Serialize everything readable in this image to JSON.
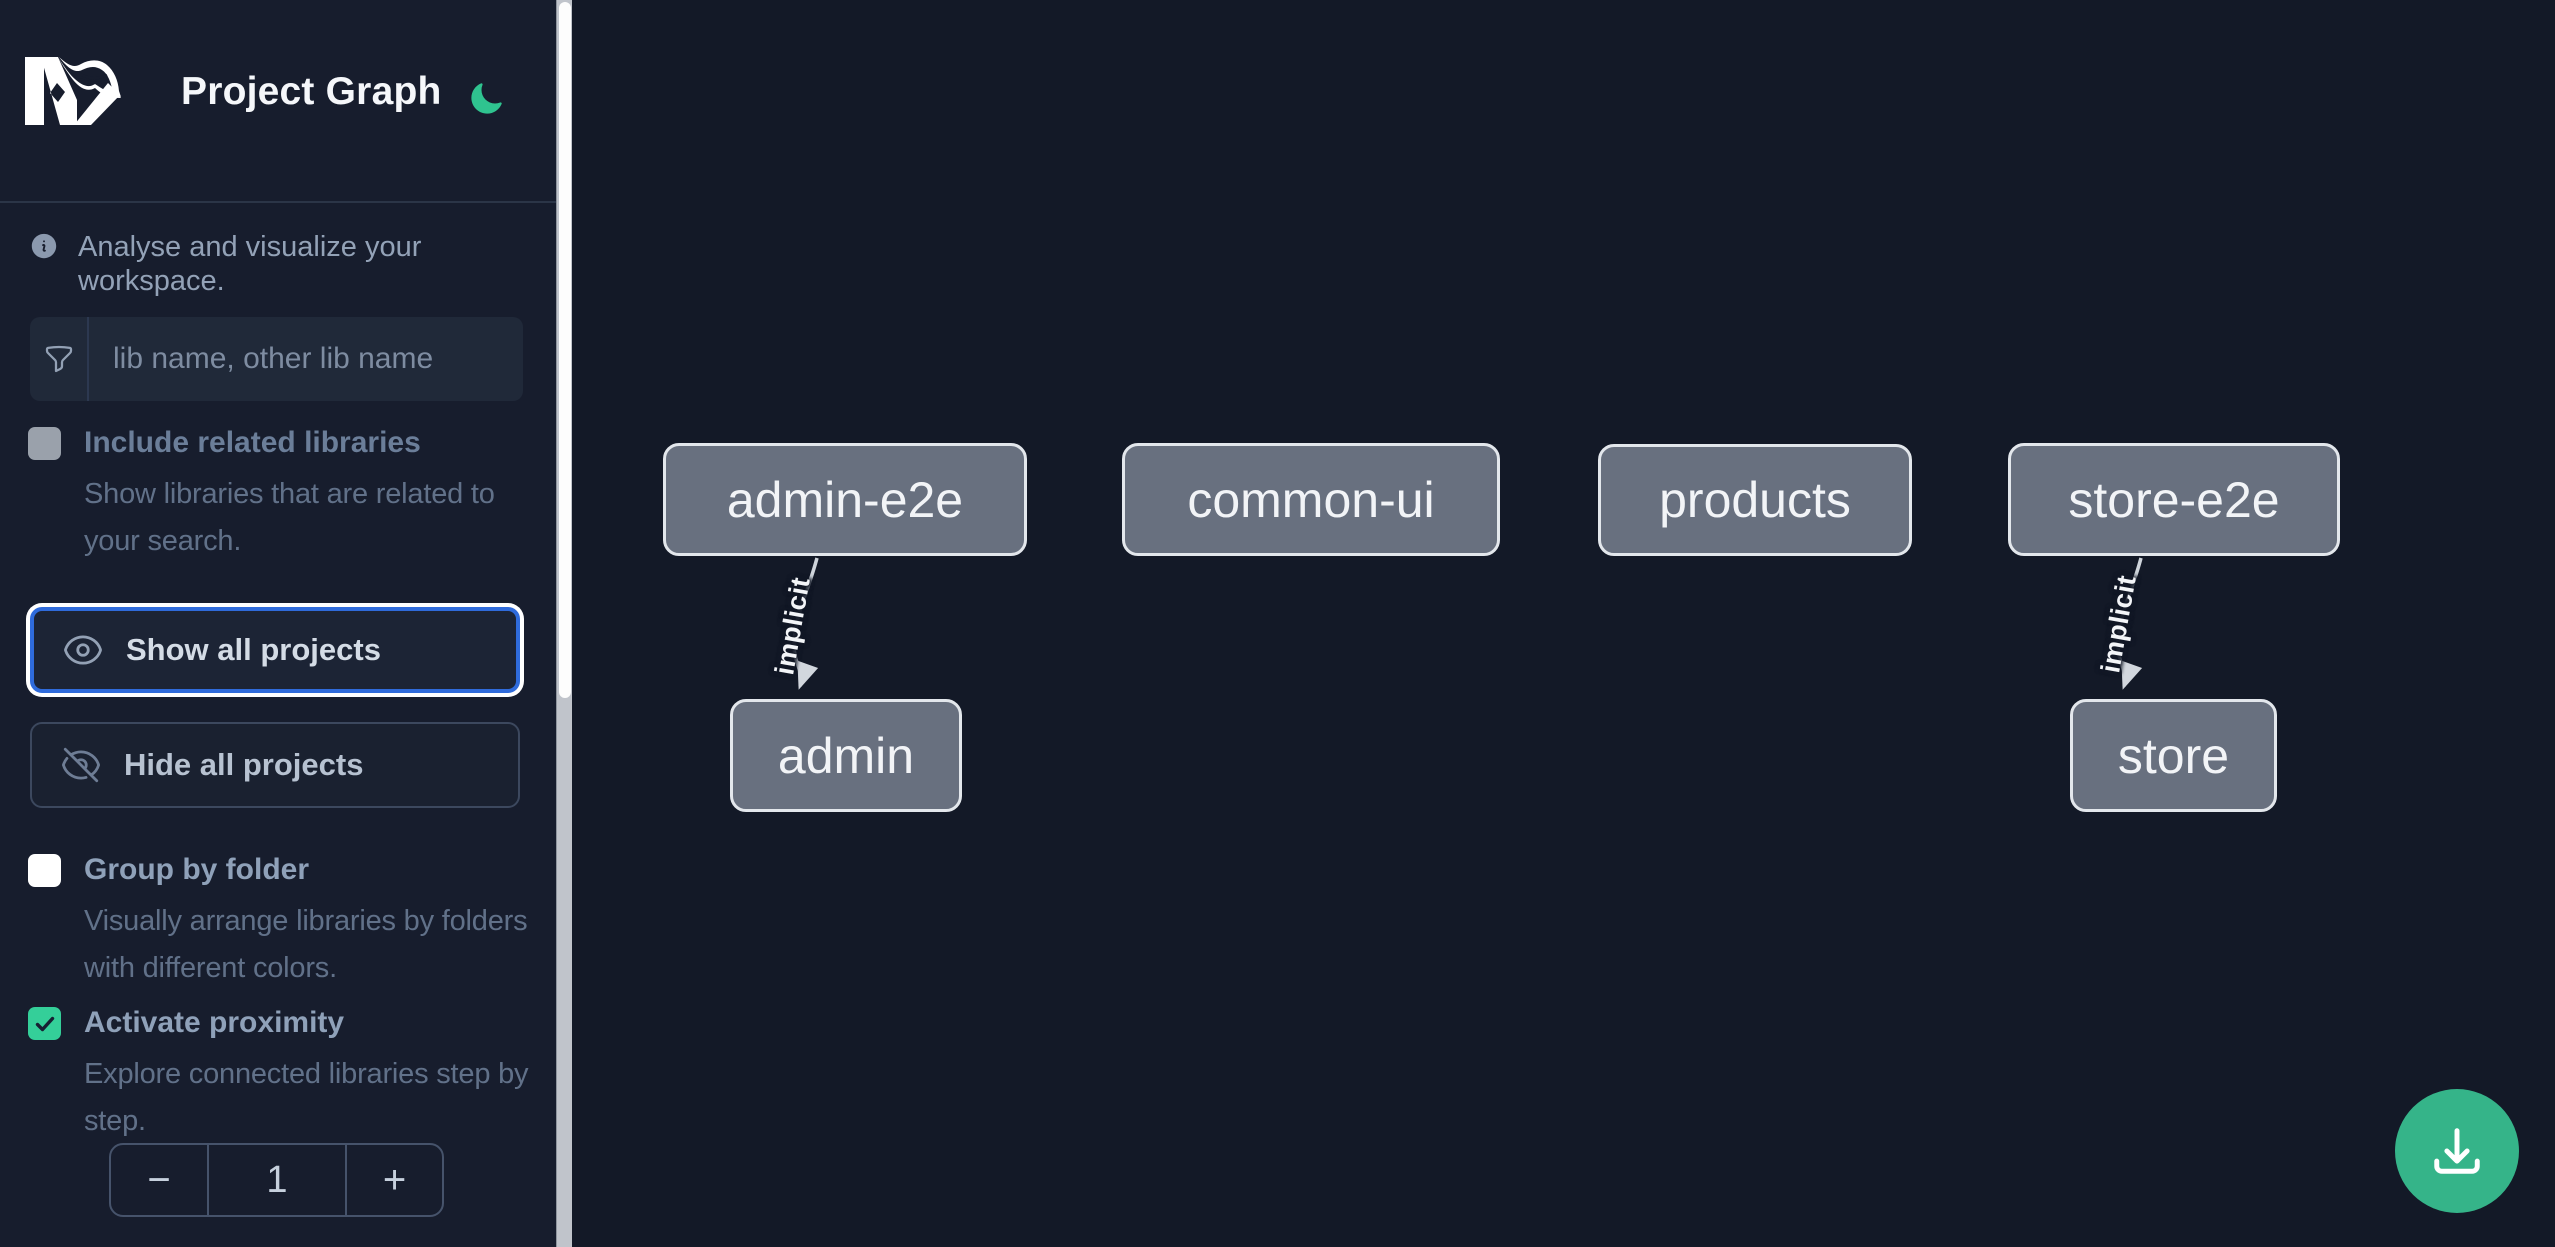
{
  "header": {
    "logo": "nx-logo",
    "title": "Project Graph",
    "theme_icon": "moon-icon"
  },
  "sidebar": {
    "info": {
      "icon": "info-circle-icon",
      "text": "Analyse and visualize your workspace."
    },
    "filter": {
      "icon": "funnel-icon",
      "placeholder": "lib name, other lib name",
      "value": ""
    },
    "options": [
      {
        "label": "Include related libraries",
        "description": "Show libraries that are related to your search.",
        "checked": false,
        "enabled": false
      },
      {
        "label": "Group by folder",
        "description": "Visually arrange libraries by folders with different colors.",
        "checked": false,
        "enabled": true
      },
      {
        "label": "Activate proximity",
        "description": "Explore connected libraries step by step.",
        "checked": true,
        "enabled": true
      }
    ],
    "actions": [
      {
        "icon": "eye-icon",
        "label": "Show all projects",
        "focused": true
      },
      {
        "icon": "eye-slash-icon",
        "label": "Hide all projects",
        "focused": false
      }
    ],
    "proximity_stepper": {
      "decrement": "−",
      "value": "1",
      "increment": "+"
    }
  },
  "graph": {
    "nodes": [
      {
        "label": "admin-e2e"
      },
      {
        "label": "common-ui"
      },
      {
        "label": "products"
      },
      {
        "label": "store-e2e"
      },
      {
        "label": "admin"
      },
      {
        "label": "store"
      }
    ],
    "edges": [
      {
        "from": "admin-e2e",
        "to": "admin",
        "label": "implicit"
      },
      {
        "from": "store-e2e",
        "to": "store",
        "label": "implicit"
      }
    ]
  },
  "fab": {
    "icon": "download-icon"
  },
  "colors": {
    "sidebar_bg": "#171d2d",
    "canvas_bg": "#131927",
    "accent_green": "#35b489",
    "checkbox_green": "#34cf99",
    "focus_blue": "#2f6bdb",
    "node_fill": "#68707f",
    "node_border": "#e3e7ec",
    "edge": "#ced4db"
  }
}
